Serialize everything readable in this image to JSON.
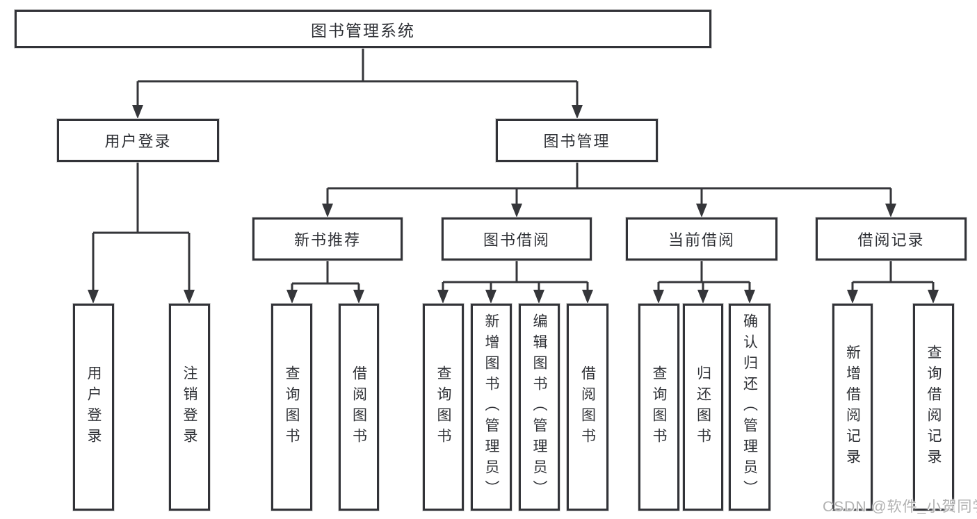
{
  "diagram_type": "hierarchy-tree",
  "colors": {
    "background": "#ffffff",
    "line": "#35363a",
    "box_border": "#323338",
    "text": "#2f3136",
    "watermark": "#b1b1b1"
  },
  "tree": {
    "root": {
      "label": "图书管理系统",
      "children": [
        {
          "label": "用户登录",
          "children": [
            {
              "label": "用户登录"
            },
            {
              "label": "注销登录"
            }
          ]
        },
        {
          "label": "图书管理",
          "children": [
            {
              "label": "新书推荐",
              "children": [
                {
                  "label": "查询图书"
                },
                {
                  "label": "借阅图书"
                }
              ]
            },
            {
              "label": "图书借阅",
              "children": [
                {
                  "label": "查询图书"
                },
                {
                  "label": "新增图书（管理员）"
                },
                {
                  "label": "编辑图书（管理员）"
                },
                {
                  "label": "借阅图书"
                }
              ]
            },
            {
              "label": "当前借阅",
              "children": [
                {
                  "label": "查询图书"
                },
                {
                  "label": "归还图书"
                },
                {
                  "label": "确认归还（管理员）"
                }
              ]
            },
            {
              "label": "借阅记录",
              "children": [
                {
                  "label": "新增借阅记录"
                },
                {
                  "label": "查询借阅记录"
                }
              ]
            }
          ]
        }
      ]
    }
  },
  "watermark": {
    "text": "CSDN @软件_小贺同学"
  }
}
